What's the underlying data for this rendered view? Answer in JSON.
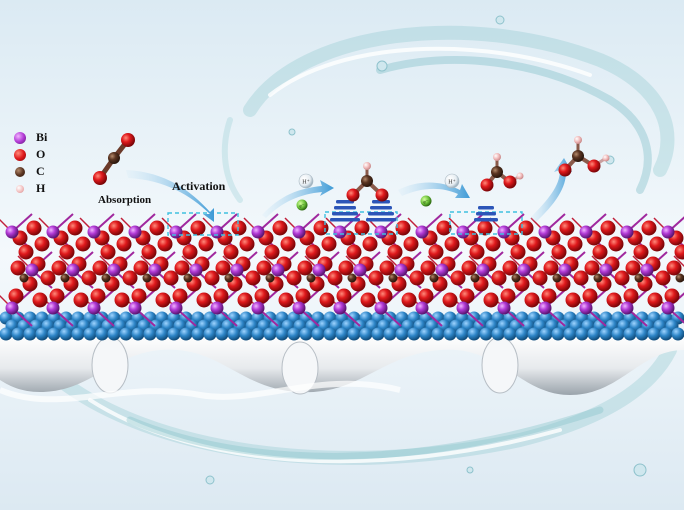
{
  "legend": [
    {
      "symbol": "Bi",
      "color": "#b23ad6"
    },
    {
      "symbol": "O",
      "color": "#e0191c"
    },
    {
      "symbol": "C",
      "color": "#5b3522"
    },
    {
      "symbol": "H",
      "color": "#f0b8b8"
    }
  ],
  "labels": {
    "absorption": "Absorption",
    "activation": "Activation",
    "proton_1": "H⁺",
    "proton_2": "H⁺",
    "electron_1": "e⁻",
    "electron_2": "e⁻"
  },
  "colors": {
    "bismuth": "#b23ad6",
    "oxygen": "#e0191c",
    "carbon": "#5b3522",
    "hydrogen": "#f0b8b8",
    "support_layer": "#2e86c8",
    "arrow": "#4aa3d8",
    "electron": "#6cc23a"
  }
}
